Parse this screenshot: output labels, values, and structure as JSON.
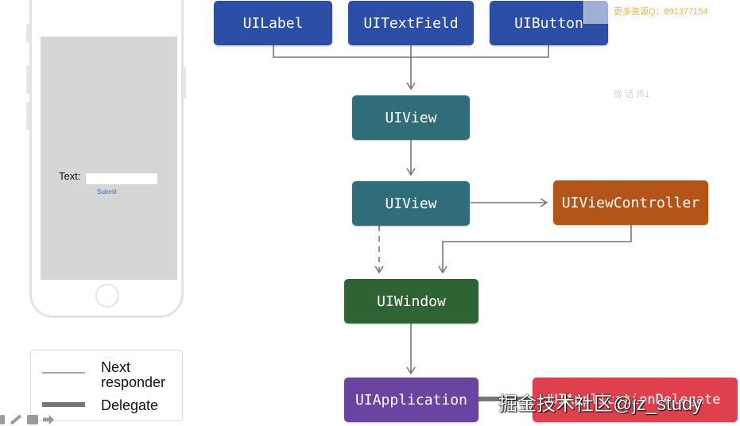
{
  "phone": {
    "text_label": "Text:",
    "submit_label": "Submit"
  },
  "nodes": {
    "uilabel": "UILabel",
    "uitextfield": "UITextField",
    "uibutton": "UIButton",
    "uiview_1": "UIView",
    "uiview_2": "UIView",
    "uiviewcontroller": "UIViewController",
    "uiwindow": "UIWindow",
    "uiapplication": "UIApplication",
    "app_delegate": "UIApplicationDelegate"
  },
  "legend": {
    "next_responder": "Next\nresponder",
    "delegate": "Delegate"
  },
  "watermarks": {
    "top_right": "更多资源Q：891377154",
    "mid_right": "微 话 师1",
    "bottom": "掘金技术社区@jz_study"
  },
  "colors": {
    "blue": "#2c4ea6",
    "teal": "#2f6d78",
    "orange": "#b35519",
    "green": "#2e6333",
    "purple": "#6a44a0",
    "red": "#e0404d",
    "edge": "#777777"
  },
  "icons": [
    "pencil-icon",
    "document-icon",
    "arrow-right-icon"
  ]
}
